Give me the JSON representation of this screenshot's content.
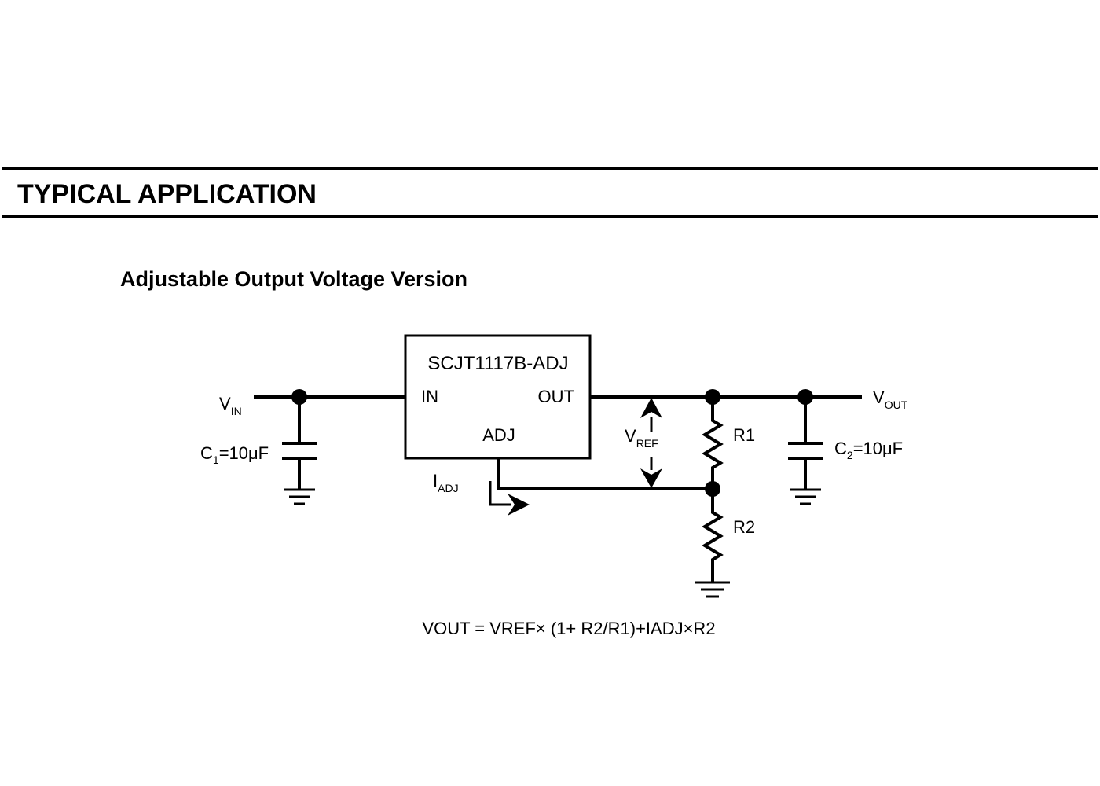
{
  "header": {
    "section_title": "TYPICAL APPLICATION",
    "subtitle": "Adjustable Output Voltage Version"
  },
  "schematic": {
    "ic": {
      "part_number": "SCJT1117B-ADJ",
      "pin_in": "IN",
      "pin_out": "OUT",
      "pin_adj": "ADJ"
    },
    "labels": {
      "vin_main": "V",
      "vin_sub": "IN",
      "vout_main": "V",
      "vout_sub": "OUT",
      "vref_main": "V",
      "vref_sub": "REF",
      "iadj_main": "I",
      "iadj_sub": "ADJ",
      "c1_main": "C",
      "c1_sub": "1",
      "c1_value": "=10μF",
      "c2_main": "C",
      "c2_sub": "2",
      "c2_value": "=10μF",
      "r1": "R1",
      "r2": "R2"
    },
    "formula": "VOUT = VREF× (1+ R2/R1)+IADJ×R2"
  }
}
